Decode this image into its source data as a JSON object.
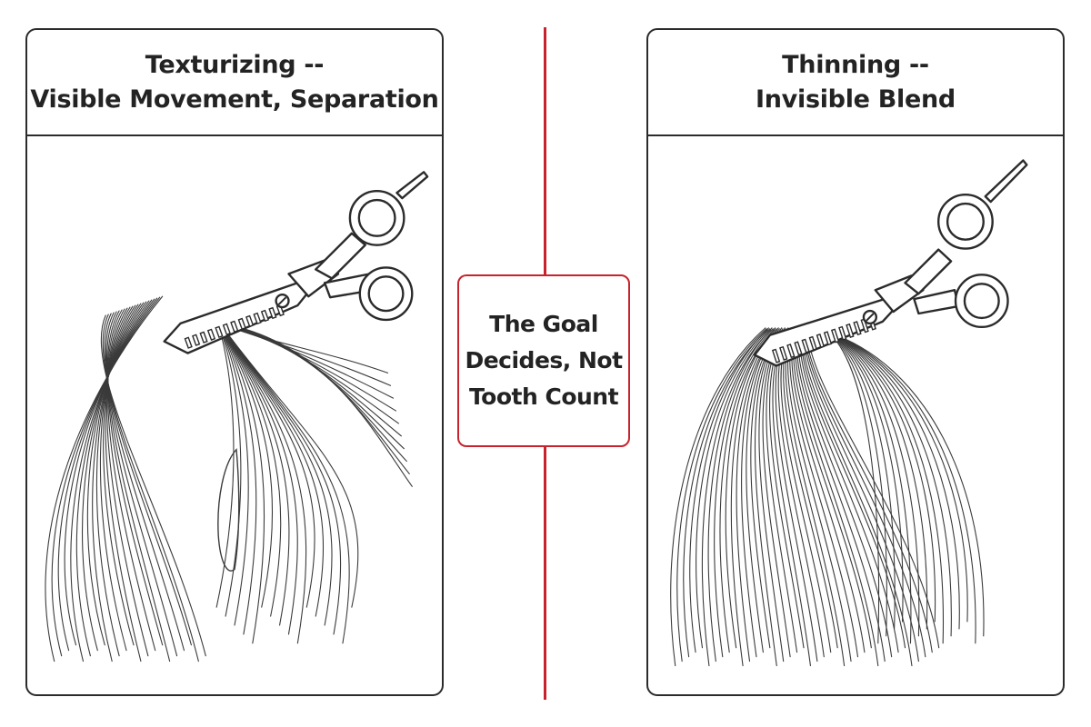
{
  "left_panel": {
    "title_line1": "Texturizing --",
    "title_line2": "Visible Movement, Separation"
  },
  "right_panel": {
    "title_line1": "Thinning --",
    "title_line2": "Invisible Blend"
  },
  "center_box": {
    "line1": "The Goal",
    "line2": "Decides, Not",
    "line3": "Tooth Count"
  },
  "colors": {
    "accent": "#c8232c",
    "outline": "#2b2b2b"
  },
  "icons": {
    "left_tool": "thinning-shears-icon",
    "right_tool": "thinning-shears-icon"
  }
}
